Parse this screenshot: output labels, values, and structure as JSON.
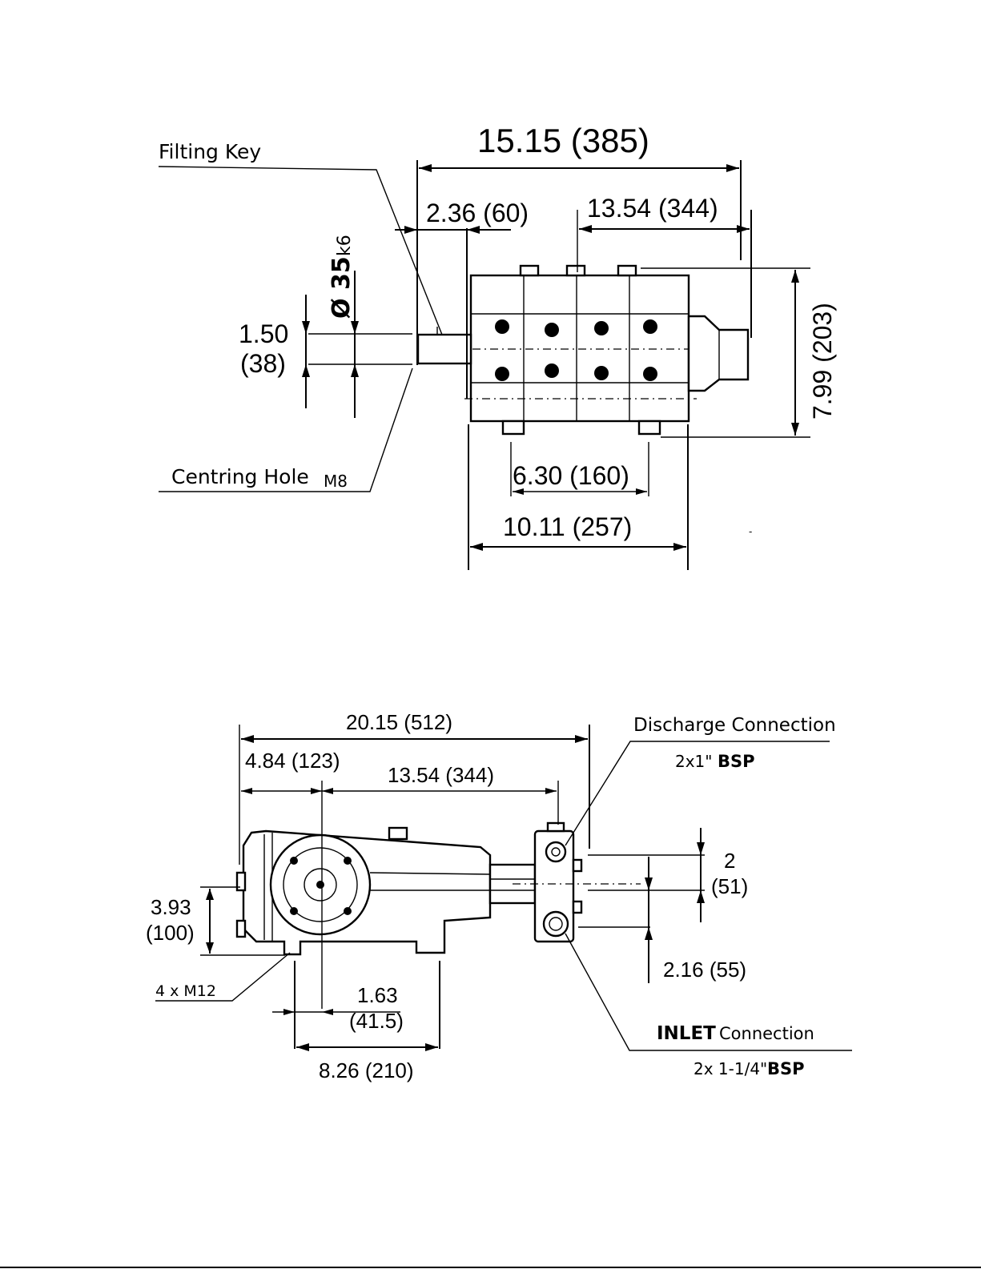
{
  "top_view": {
    "overall_length": "15.15 (385)",
    "shaft_length": "2.36 (60)",
    "head_span": "13.54 (344)",
    "height": "7.99 (203)",
    "shaft_height_value": "1.50",
    "shaft_height_mm": "(38)",
    "bolt_spacing": "6.30 (160)",
    "body_length": "10.11 (257)",
    "shaft_diameter": "Ø 35",
    "shaft_tolerance": "k6",
    "fitting_key": "Filting Key",
    "centring_hole": "Centring Hole",
    "centring_hole_size": "M8"
  },
  "side_view": {
    "overall_length": "20.15 (512)",
    "shaft_offset": "4.84 (123)",
    "head_span": "13.54 (344)",
    "shaft_height_value": "3.93",
    "shaft_height_mm": "(100)",
    "port_spacing_value": "2",
    "port_spacing_mm": "(51)",
    "inlet_height": "2.16 (55)",
    "foot_offset_value": "1.63",
    "foot_offset_mm": "(41.5)",
    "foot_span": "8.26 (210)",
    "mount_bolts": "4 x M12",
    "discharge_label": "Discharge Connection",
    "discharge_size": "2x1\"",
    "discharge_thread": "BSP",
    "inlet_label_bold": "INLET",
    "inlet_label": "Connection",
    "inlet_size": "2x 1-1/4\"",
    "inlet_thread": "BSP"
  }
}
